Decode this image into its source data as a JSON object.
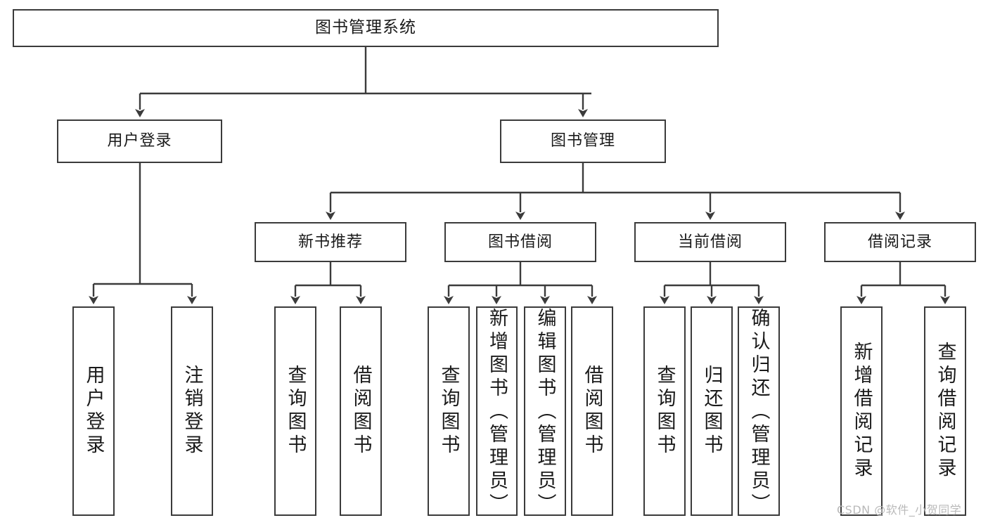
{
  "diagram": {
    "type": "tree",
    "title": "图书管理系统",
    "orientation": "top-down",
    "root": {
      "id": "root",
      "label": "图书管理系统"
    },
    "level2": [
      {
        "id": "user-login",
        "label": "用户登录"
      },
      {
        "id": "book-management",
        "label": "图书管理"
      }
    ],
    "level3": [
      {
        "id": "new-book-recommend",
        "label": "新书推荐",
        "parent": "book-management"
      },
      {
        "id": "book-borrow",
        "label": "图书借阅",
        "parent": "book-management"
      },
      {
        "id": "current-borrow",
        "label": "当前借阅",
        "parent": "book-management"
      },
      {
        "id": "borrow-record",
        "label": "借阅记录",
        "parent": "book-management"
      }
    ],
    "leaves": [
      {
        "id": "leaf-user-login",
        "label": "用户登录",
        "parent": "user-login"
      },
      {
        "id": "leaf-logout-login",
        "label": "注销登录",
        "parent": "user-login"
      },
      {
        "id": "leaf-query-book-1",
        "label": "查询图书",
        "parent": "new-book-recommend"
      },
      {
        "id": "leaf-borrow-book-1",
        "label": "借阅图书",
        "parent": "new-book-recommend"
      },
      {
        "id": "leaf-query-book-2",
        "label": "查询图书",
        "parent": "book-borrow"
      },
      {
        "id": "leaf-add-book",
        "label": "新增图书（管理员）",
        "parent": "book-borrow"
      },
      {
        "id": "leaf-edit-book",
        "label": "编辑图书（管理员）",
        "parent": "book-borrow"
      },
      {
        "id": "leaf-borrow-book-2",
        "label": "借阅图书",
        "parent": "book-borrow"
      },
      {
        "id": "leaf-query-book-3",
        "label": "查询图书",
        "parent": "current-borrow"
      },
      {
        "id": "leaf-return-book",
        "label": "归还图书",
        "parent": "current-borrow"
      },
      {
        "id": "leaf-confirm-return",
        "label": "确认归还（管理员）",
        "parent": "current-borrow"
      },
      {
        "id": "leaf-add-record",
        "label": "新增借阅记录",
        "parent": "borrow-record"
      },
      {
        "id": "leaf-query-record",
        "label": "查询借阅记录",
        "parent": "borrow-record"
      }
    ]
  },
  "watermark": {
    "text": "CSDN @软件_小贺同学"
  },
  "colors": {
    "border": "#3b3b3b",
    "background": "#ffffff",
    "text": "#1a1a1a",
    "watermark": "#b9b9b9"
  }
}
